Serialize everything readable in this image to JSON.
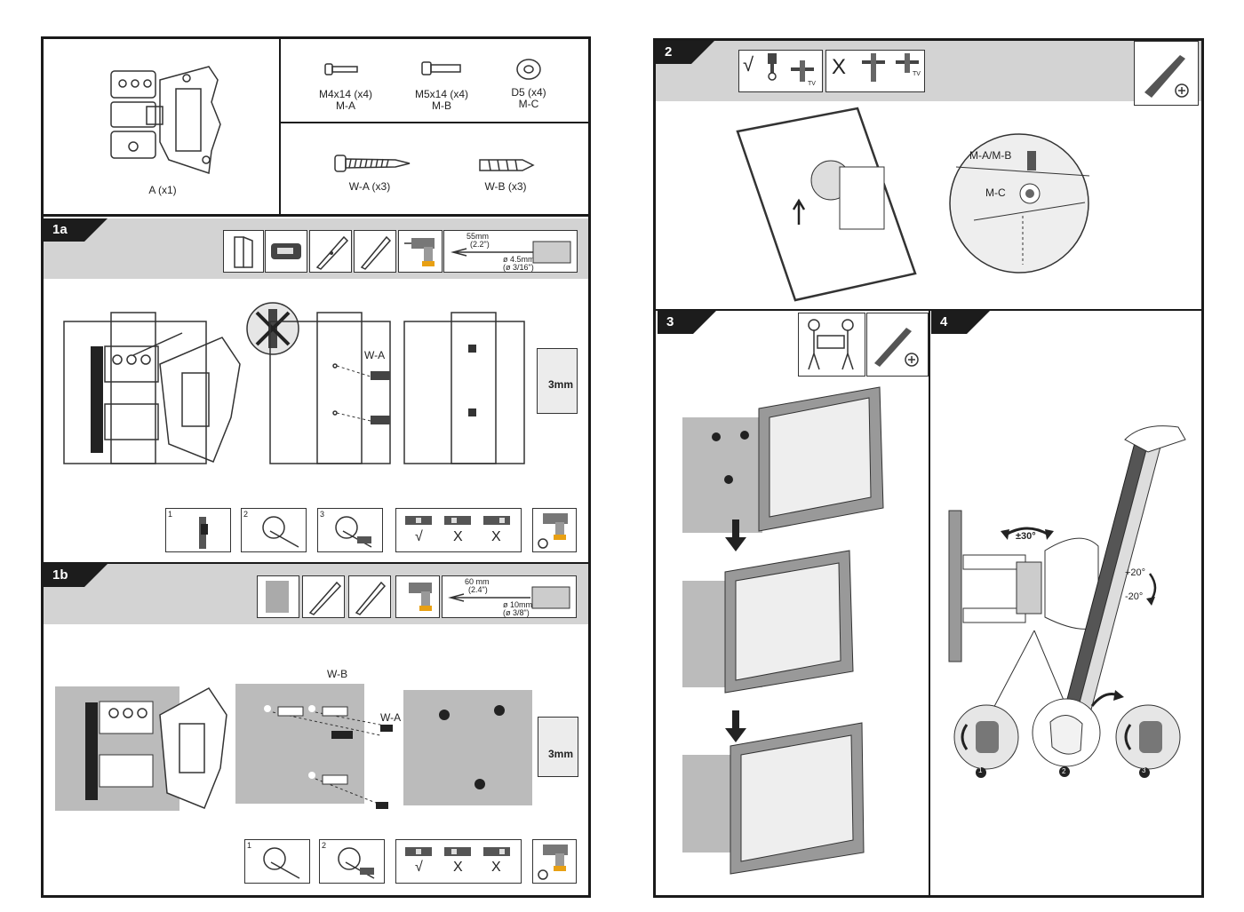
{
  "parts": {
    "bracket": {
      "label": "A (x1)"
    },
    "m_a": {
      "size": "M4x14 (x4)",
      "code": "M-A"
    },
    "m_b": {
      "size": "M5x14 (x4)",
      "code": "M-B"
    },
    "m_c": {
      "size": "D5 (x4)",
      "code": "M-C"
    },
    "w_a": {
      "label": "W-A (x3)"
    },
    "w_b": {
      "label": "W-B (x3)"
    }
  },
  "step_1a": {
    "number": "1a",
    "tool_bar": {
      "dim": "55mm",
      "dim_in": "(2.2\")",
      "bit": "ø 4.5mm",
      "bit_in": "(ø 3/16\")"
    },
    "screw_callout": "W-A",
    "gap_label": "3mm",
    "substeps": [
      "1",
      "2",
      "3"
    ],
    "level_marks": [
      "√",
      "X",
      "X"
    ]
  },
  "step_1b": {
    "number": "1b",
    "tool_bar": {
      "dim": "60 mm",
      "dim_in": "(2.4\")",
      "bit": "ø 10mm",
      "bit_in": "(ø 3/8\")"
    },
    "anchor_callout": "W-B",
    "screw_callout": "W-A",
    "gap_label": "3mm",
    "substeps": [
      "1",
      "2"
    ],
    "level_marks": [
      "√",
      "X",
      "X"
    ]
  },
  "step_2": {
    "number": "2",
    "correct_mark": "√",
    "wrong_mark": "X",
    "tv_label": "TV",
    "callout_screw": "M-A/M-B",
    "callout_washer": "M-C"
  },
  "step_3": {
    "number": "3"
  },
  "step_4": {
    "number": "4",
    "swivel": "±30°",
    "tilt_up": "+20°",
    "tilt_down": "-20°",
    "substeps": [
      "1",
      "2",
      "3"
    ]
  }
}
